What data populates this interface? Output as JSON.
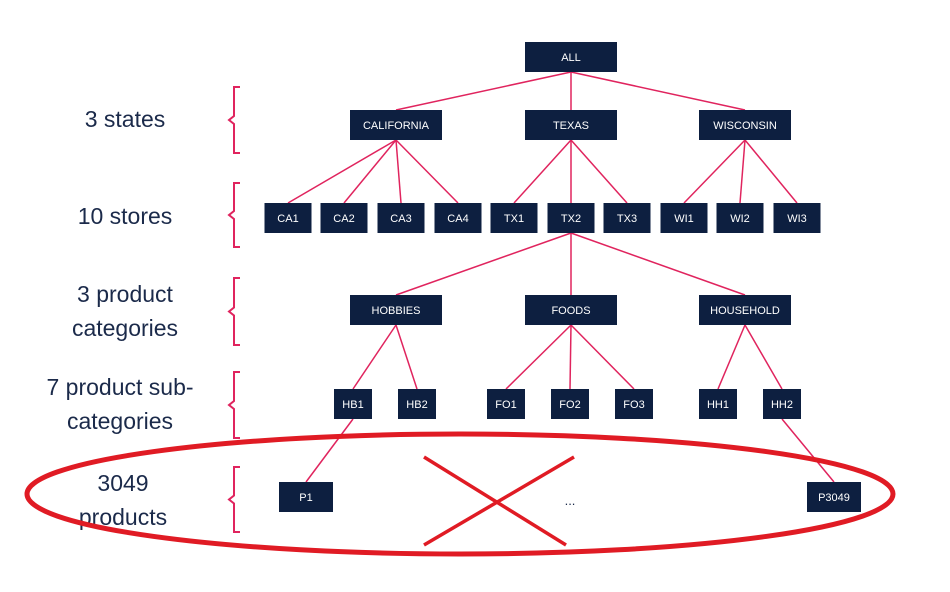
{
  "colors": {
    "node": "#0d1f40",
    "edge": "#e0245e",
    "annotation": "#e01b24",
    "label": "#1b2a4a"
  },
  "levels": [
    {
      "label": "3 states"
    },
    {
      "label": "10 stores"
    },
    {
      "label": "3 product categories"
    },
    {
      "label": "7 product sub-categories"
    },
    {
      "label": "3049 products"
    }
  ],
  "nodes": {
    "all": "ALL",
    "california": "CALIFORNIA",
    "texas": "TEXAS",
    "wisconsin": "WISCONSIN",
    "ca1": "CA1",
    "ca2": "CA2",
    "ca3": "CA3",
    "ca4": "CA4",
    "tx1": "TX1",
    "tx2": "TX2",
    "tx3": "TX3",
    "wi1": "WI1",
    "wi2": "WI2",
    "wi3": "WI3",
    "hobbies": "HOBBIES",
    "foods": "FOODS",
    "household": "HOUSEHOLD",
    "hb1": "HB1",
    "hb2": "HB2",
    "fo1": "FO1",
    "fo2": "FO2",
    "fo3": "FO3",
    "hh1": "HH1",
    "hh2": "HH2",
    "p1": "P1",
    "p3049": "P3049"
  },
  "ellipsis": "...",
  "edges": [
    [
      "all",
      "california"
    ],
    [
      "all",
      "texas"
    ],
    [
      "all",
      "wisconsin"
    ],
    [
      "california",
      "ca1"
    ],
    [
      "california",
      "ca2"
    ],
    [
      "california",
      "ca3"
    ],
    [
      "california",
      "ca4"
    ],
    [
      "texas",
      "tx1"
    ],
    [
      "texas",
      "tx2"
    ],
    [
      "texas",
      "tx3"
    ],
    [
      "wisconsin",
      "wi1"
    ],
    [
      "wisconsin",
      "wi2"
    ],
    [
      "wisconsin",
      "wi3"
    ],
    [
      "tx2",
      "hobbies"
    ],
    [
      "tx2",
      "foods"
    ],
    [
      "tx2",
      "household"
    ],
    [
      "hobbies",
      "hb1"
    ],
    [
      "hobbies",
      "hb2"
    ],
    [
      "foods",
      "fo1"
    ],
    [
      "foods",
      "fo2"
    ],
    [
      "foods",
      "fo3"
    ],
    [
      "household",
      "hh1"
    ],
    [
      "household",
      "hh2"
    ],
    [
      "hb1",
      "p1"
    ],
    [
      "hh2",
      "p3049"
    ]
  ]
}
